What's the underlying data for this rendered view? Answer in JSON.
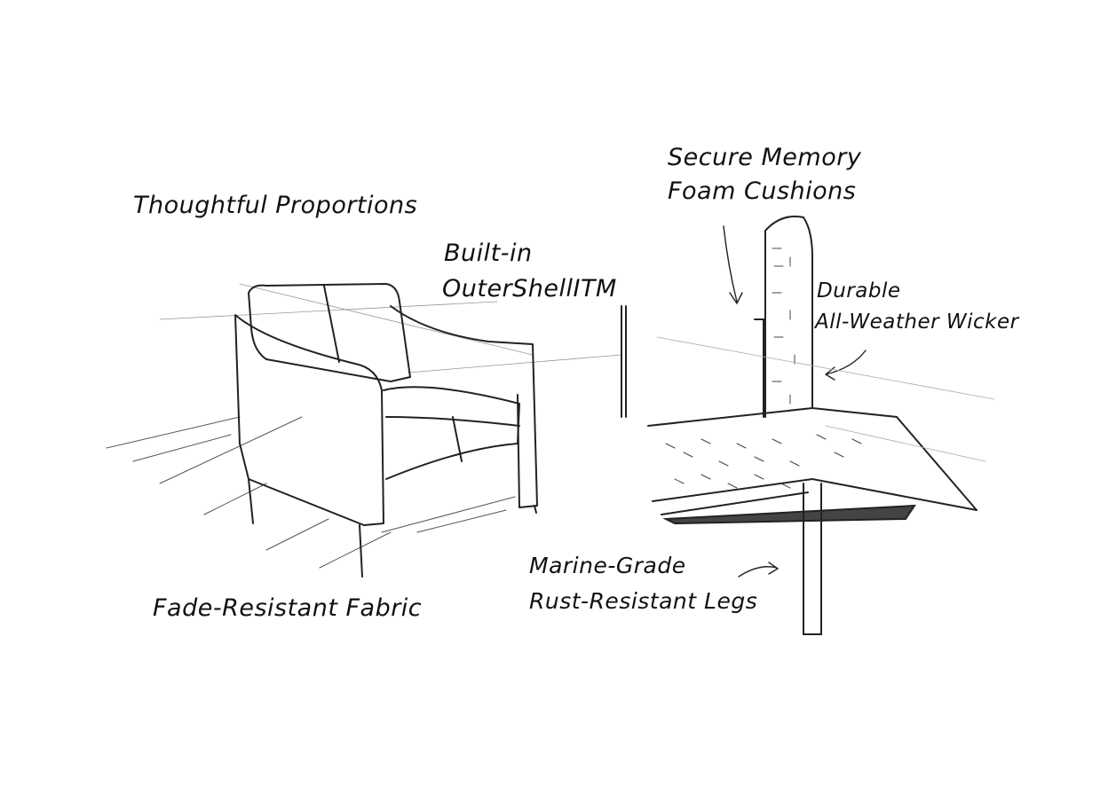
{
  "labels": {
    "thoughtful_proportions": "Thoughtful Proportions",
    "built_in_line1": "Built-in",
    "built_in_line2": "OuterShellITM",
    "secure_line1": "Secure Memory",
    "secure_line2": "Foam Cushions",
    "durable_line1": "Durable",
    "durable_line2": "All-Weather Wicker",
    "marine_line1": "Marine-Grade",
    "marine_line2": "Rust-Resistant Legs",
    "fade_resistant": "Fade-Resistant Fabric"
  }
}
